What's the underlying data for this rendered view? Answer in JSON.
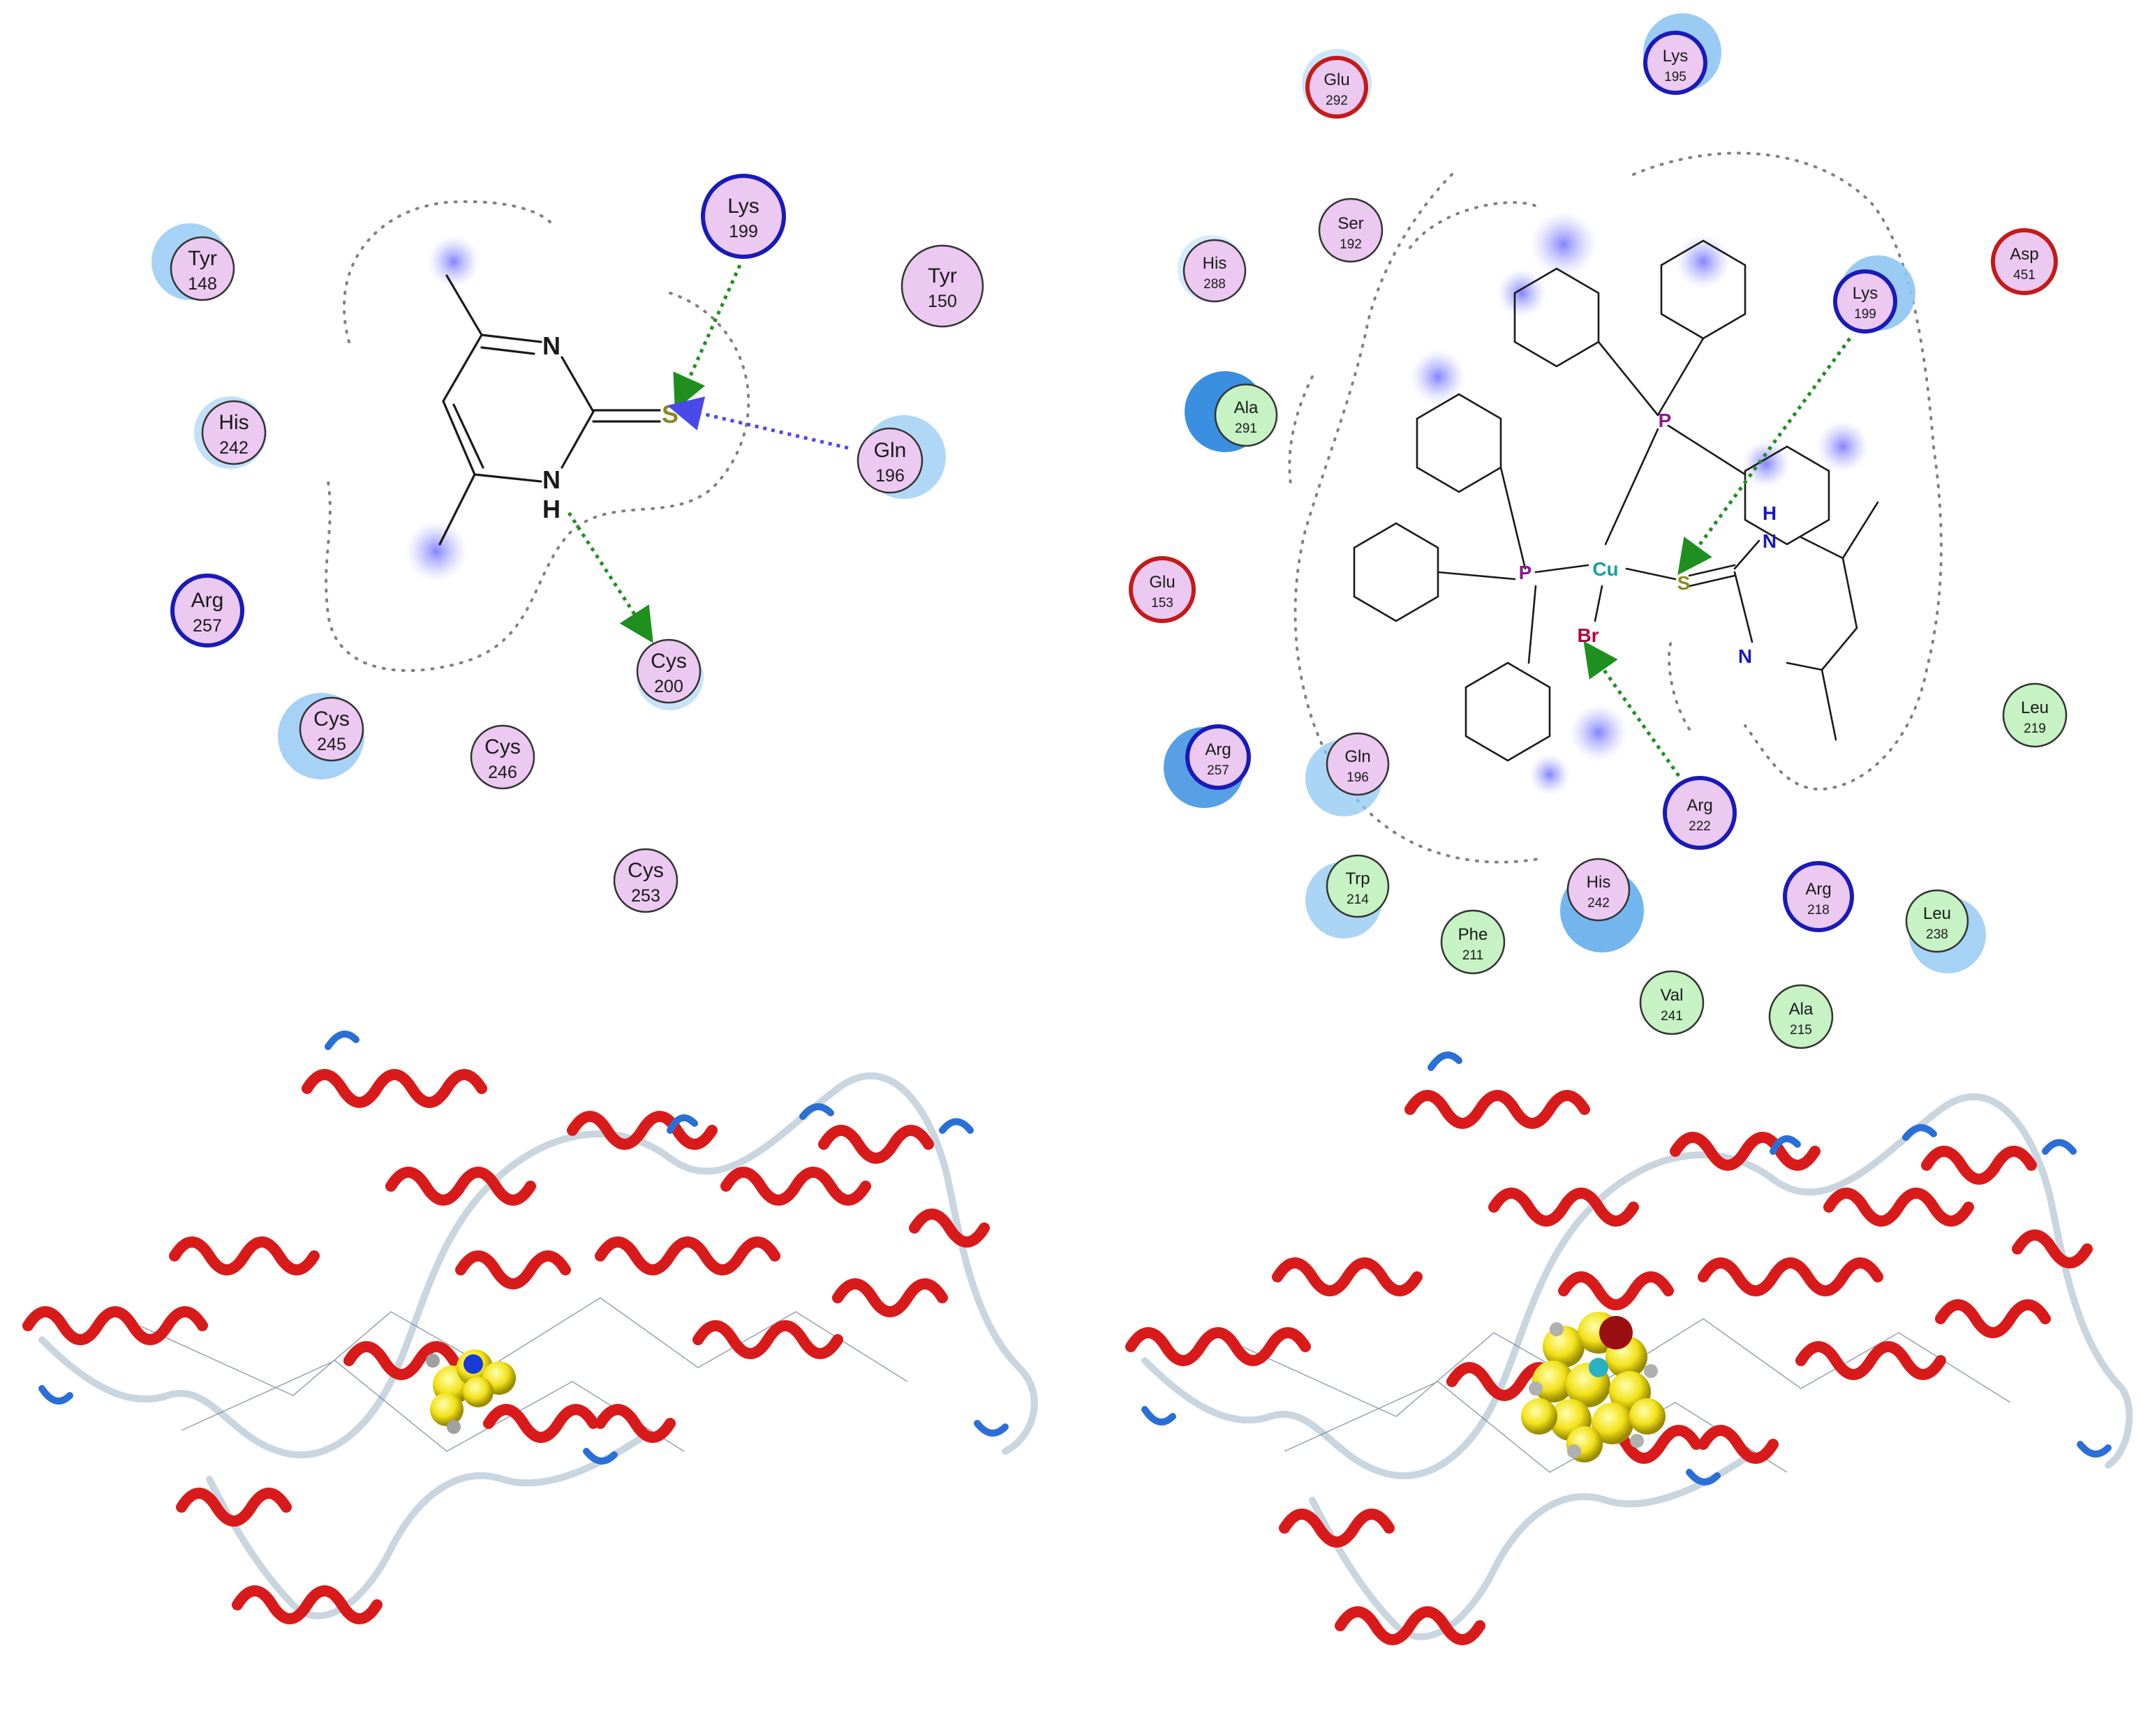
{
  "panel_left": {
    "ligand_atoms": {
      "n_top": "N",
      "n_bottom": "N",
      "h": "H",
      "s": "S"
    },
    "residues": [
      {
        "id": "tyr148",
        "name": "Tyr",
        "num": "148"
      },
      {
        "id": "his242",
        "name": "His",
        "num": "242"
      },
      {
        "id": "arg257",
        "name": "Arg",
        "num": "257"
      },
      {
        "id": "cys245",
        "name": "Cys",
        "num": "245"
      },
      {
        "id": "cys246",
        "name": "Cys",
        "num": "246"
      },
      {
        "id": "cys253",
        "name": "Cys",
        "num": "253"
      },
      {
        "id": "cys200",
        "name": "Cys",
        "num": "200"
      },
      {
        "id": "gln196",
        "name": "Gln",
        "num": "196"
      },
      {
        "id": "lys199",
        "name": "Lys",
        "num": "199"
      },
      {
        "id": "tyr150",
        "name": "Tyr",
        "num": "150"
      }
    ]
  },
  "panel_right": {
    "ligand_atoms": {
      "p_left": "P",
      "p_top": "P",
      "cu": "Cu",
      "s": "S",
      "br": "Br",
      "n_top": "N",
      "h": "H",
      "n_bottom": "N"
    },
    "residues": [
      {
        "id": "glu292",
        "name": "Glu",
        "num": "292"
      },
      {
        "id": "lys195",
        "name": "Lys",
        "num": "195"
      },
      {
        "id": "ser192",
        "name": "Ser",
        "num": "192"
      },
      {
        "id": "his288",
        "name": "His",
        "num": "288"
      },
      {
        "id": "asp451",
        "name": "Asp",
        "num": "451"
      },
      {
        "id": "lys199",
        "name": "Lys",
        "num": "199"
      },
      {
        "id": "ala291",
        "name": "Ala",
        "num": "291"
      },
      {
        "id": "glu153",
        "name": "Glu",
        "num": "153"
      },
      {
        "id": "leu219",
        "name": "Leu",
        "num": "219"
      },
      {
        "id": "arg257",
        "name": "Arg",
        "num": "257"
      },
      {
        "id": "gln196",
        "name": "Gln",
        "num": "196"
      },
      {
        "id": "arg222",
        "name": "Arg",
        "num": "222"
      },
      {
        "id": "trp214",
        "name": "Trp",
        "num": "214"
      },
      {
        "id": "his242",
        "name": "His",
        "num": "242"
      },
      {
        "id": "arg218",
        "name": "Arg",
        "num": "218"
      },
      {
        "id": "leu238",
        "name": "Leu",
        "num": "238"
      },
      {
        "id": "phe211",
        "name": "Phe",
        "num": "211"
      },
      {
        "id": "val241",
        "name": "Val",
        "num": "241"
      },
      {
        "id": "ala215",
        "name": "Ala",
        "num": "215"
      }
    ]
  },
  "colors": {
    "polar_fill": "#ebc9f0",
    "hydrophobic_fill": "#c6f2c4",
    "positive_ring": "#1a1ab8",
    "negative_ring": "#c41a1a",
    "neutral_ring": "#333333",
    "exposure_halo": "#8fc7f2",
    "hbond_green": "#1f8f1f",
    "hbond_blue": "#4a4ae8",
    "helix": "#d91a1a",
    "turn": "#2a6fd6",
    "coil": "#c9d6e0",
    "ligand_spheres": "#f2e21a"
  }
}
